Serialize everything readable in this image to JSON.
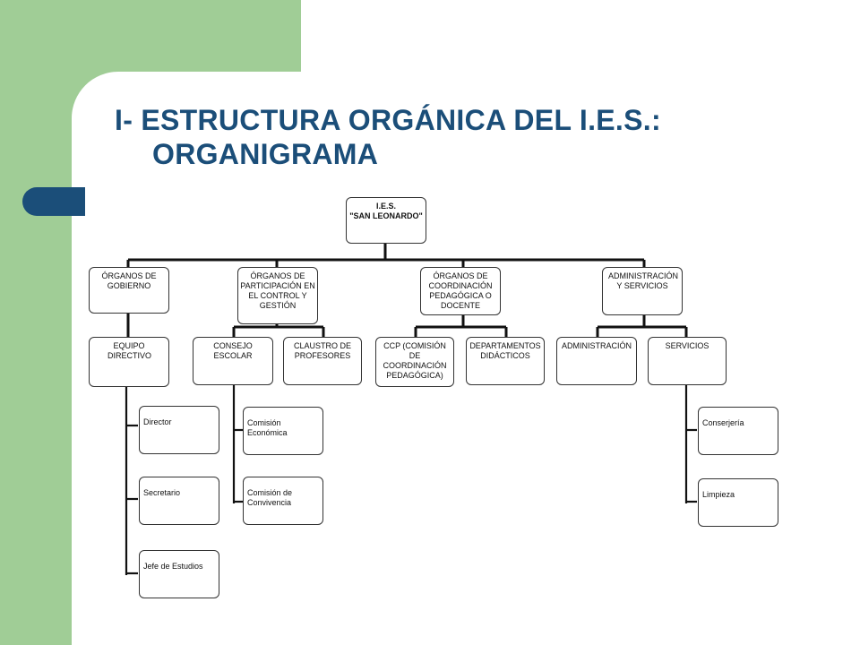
{
  "title": {
    "line1": "I- ESTRUCTURA ORGÁNICA DEL I.E.S.:",
    "line2": "ORGANIGRAMA"
  },
  "root": {
    "line1": "I.E.S.",
    "line2": "\"SAN LEONARDO\""
  },
  "level1": [
    {
      "label": "ÓRGANOS DE GOBIERNO"
    },
    {
      "label": "ÓRGANOS DE PARTICIPACIÓN EN EL CONTROL Y GESTIÓN"
    },
    {
      "label": "ÓRGANOS DE COORDINACIÓN PEDAGÓGICA O DOCENTE"
    },
    {
      "label": "ADMINISTRACIÓN Y SERVICIOS"
    }
  ],
  "level2": [
    {
      "label": "EQUIPO DIRECTIVO"
    },
    {
      "label": "CONSEJO ESCOLAR"
    },
    {
      "label": "CLAUSTRO DE PROFESORES"
    },
    {
      "label": "CCP (COMISIÓN DE COORDINACIÓN PEDAGÓGICA)"
    },
    {
      "label": "DEPARTAMENTOS DIDÁCTICOS"
    },
    {
      "label": "ADMINISTRACIÓN"
    },
    {
      "label": "SERVICIOS"
    }
  ],
  "level3": {
    "equipo_directivo": [
      "Director",
      "Secretario",
      "Jefe de Estudios"
    ],
    "consejo_escolar": [
      "Comisión Económica",
      "Comisión de Convivencia"
    ],
    "servicios": [
      "Conserjería",
      "Limpieza"
    ]
  }
}
